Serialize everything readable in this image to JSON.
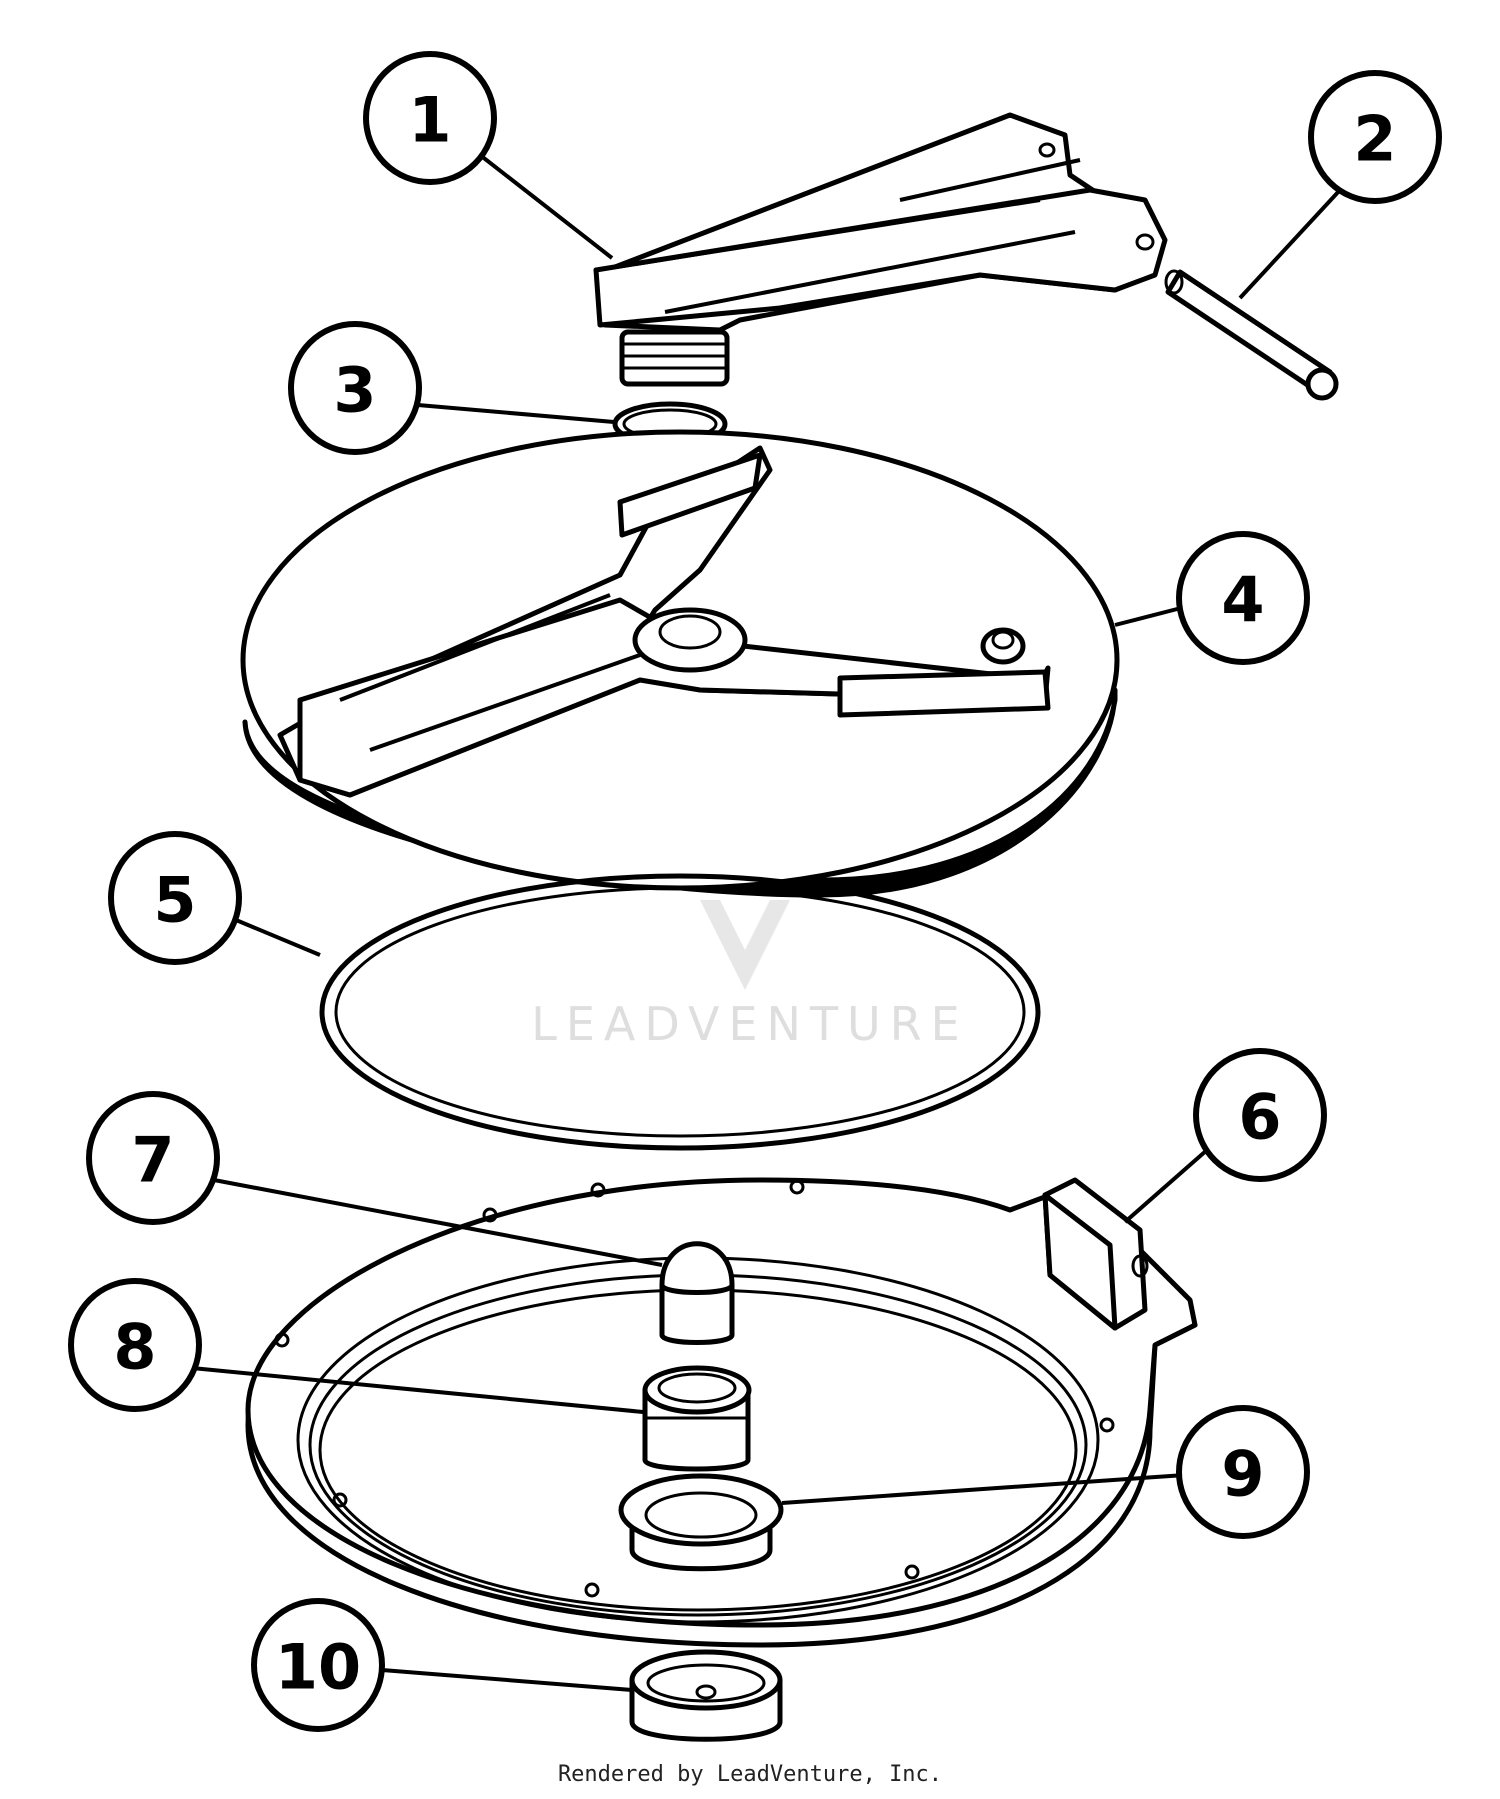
{
  "callouts": [
    {
      "id": 1,
      "label": "1"
    },
    {
      "id": 2,
      "label": "2"
    },
    {
      "id": 3,
      "label": "3"
    },
    {
      "id": 4,
      "label": "4"
    },
    {
      "id": 5,
      "label": "5"
    },
    {
      "id": 6,
      "label": "6"
    },
    {
      "id": 7,
      "label": "7"
    },
    {
      "id": 8,
      "label": "8"
    },
    {
      "id": 9,
      "label": "9"
    },
    {
      "id": 10,
      "label": "10"
    }
  ],
  "watermark": "LEADVENTURE",
  "footer": "Rendered by LeadVenture, Inc."
}
